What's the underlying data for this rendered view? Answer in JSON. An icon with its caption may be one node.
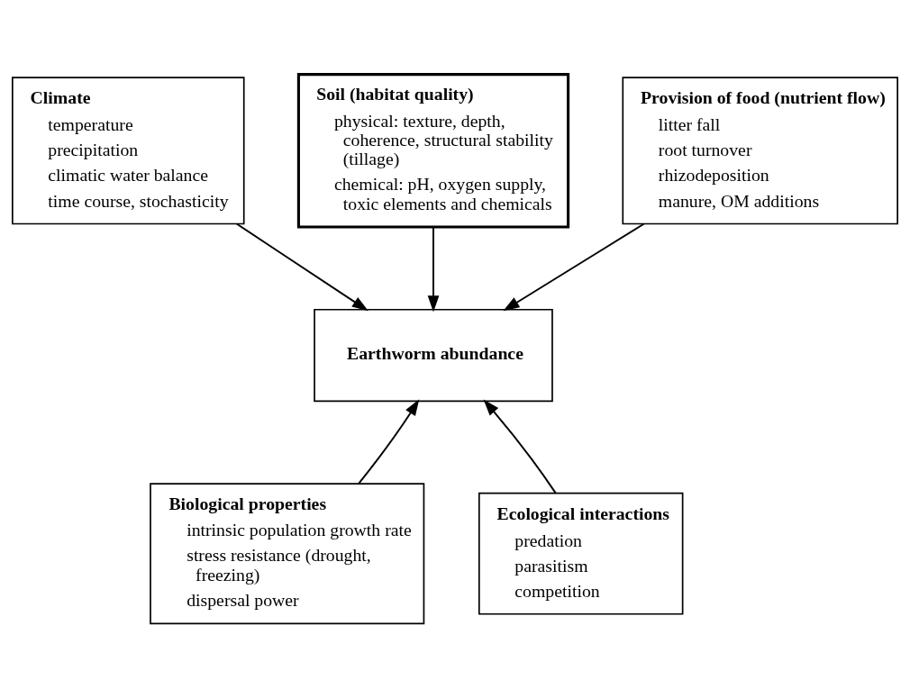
{
  "diagram": {
    "nodes": [
      {
        "text": [
          "Climate",
          "temperature",
          "precipitation",
          "climatic water balance",
          "time course, stochasticity"
        ]
      },
      {
        "text": [
          "Soil (habitat quality)",
          "physical: texture, depth, coherence, structural stability (tillage)",
          "chemical: pH, oxygen supply, toxic elements and chemicals"
        ]
      },
      {
        "text": [
          "Provision of food (nutrient flow)",
          "litter fall",
          "root turnover",
          "rhizodeposition",
          "manure, OM additions"
        ]
      },
      {
        "text": [
          "Earthworm abundance"
        ]
      },
      {
        "text": [
          "Biological properties",
          "intrinsic population growth rate",
          "stress resistance (drought, freezing)",
          "dispersal power"
        ]
      },
      {
        "text": [
          "Ecological interactions",
          "predation",
          "parasitism",
          "competition"
        ]
      }
    ],
    "edges": [
      {
        "from": 0,
        "to": 3,
        "arrow": "to"
      },
      {
        "from": 1,
        "to": 3,
        "arrow": "to"
      },
      {
        "from": 2,
        "to": 3,
        "arrow": "to"
      },
      {
        "from": 4,
        "to": 3,
        "arrow": "to"
      },
      {
        "from": 5,
        "to": 3,
        "arrow": "to"
      }
    ]
  }
}
